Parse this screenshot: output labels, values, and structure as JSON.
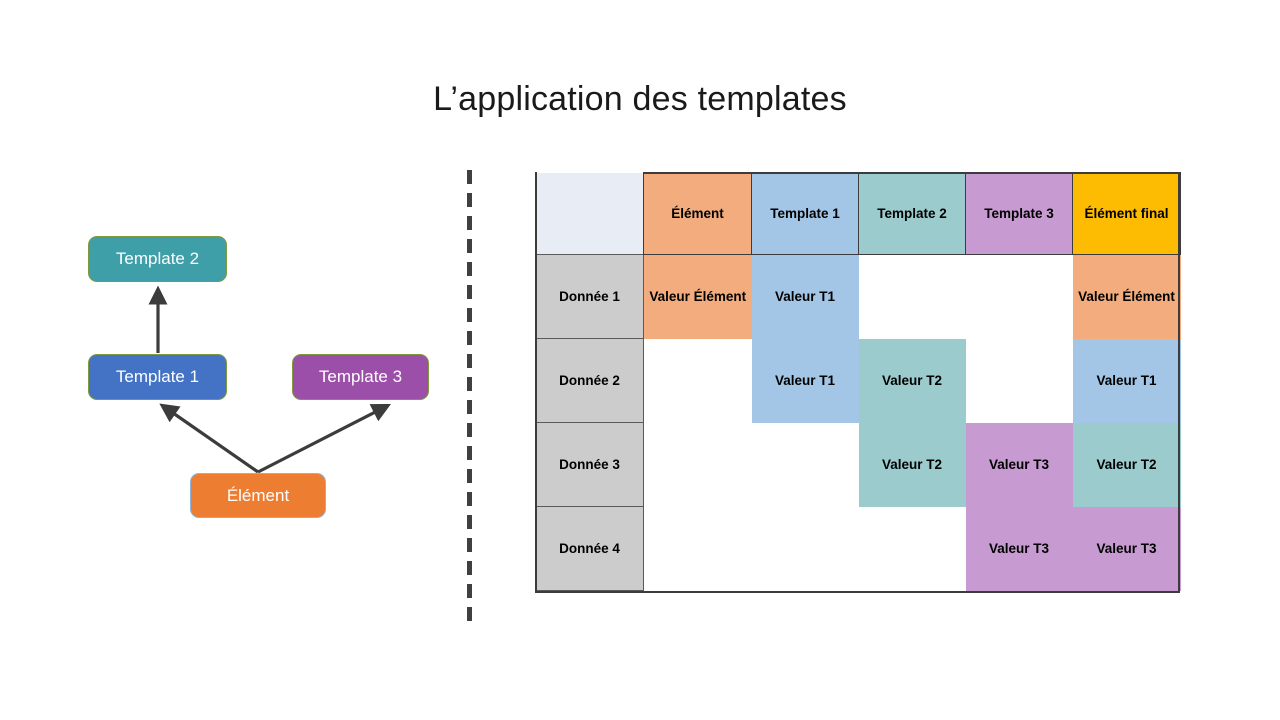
{
  "slide": {
    "title": "L’application des templates"
  },
  "diagram": {
    "nodes": [
      {
        "id": "template-2",
        "label": "Template 2",
        "color": "#3F9FA8"
      },
      {
        "id": "template-1",
        "label": "Template 1",
        "color": "#4472C4"
      },
      {
        "id": "template-3",
        "label": "Template 3",
        "color": "#9B4FA8"
      },
      {
        "id": "element",
        "label": "Élément",
        "color": "#ED7D31"
      }
    ],
    "arrows": [
      {
        "from": "element",
        "to": "template-1"
      },
      {
        "from": "element",
        "to": "template-3"
      },
      {
        "from": "template-1",
        "to": "template-2"
      }
    ],
    "arrow_color": "#3c3c3c"
  },
  "divider": {
    "style": "dashed-vertical",
    "color": "#404040"
  },
  "matrix": {
    "corner_label": "",
    "columns": [
      {
        "key": "label",
        "header": "",
        "color": "#E8EDF5"
      },
      {
        "key": "element",
        "header": "Élément",
        "color": "#F2AC7D"
      },
      {
        "key": "t1",
        "header": "Template 1",
        "color": "#A3C6E6"
      },
      {
        "key": "t2",
        "header": "Template 2",
        "color": "#9BCBCC"
      },
      {
        "key": "t3",
        "header": "Template 3",
        "color": "#C79BD1"
      },
      {
        "key": "final",
        "header": "Élément final",
        "color": "#FDBC02"
      }
    ],
    "rows": [
      {
        "label": "Donnée 1",
        "cells": [
          {
            "text": "Valeur Élément",
            "fill": "elem"
          },
          {
            "text": "Valeur T1",
            "fill": "t1"
          },
          {
            "text": "",
            "fill": "empty"
          },
          {
            "text": "",
            "fill": "empty"
          },
          {
            "text": "Valeur Élément",
            "fill": "elem"
          }
        ]
      },
      {
        "label": "Donnée 2",
        "cells": [
          {
            "text": "",
            "fill": "empty"
          },
          {
            "text": "Valeur T1",
            "fill": "t1"
          },
          {
            "text": "Valeur T2",
            "fill": "t2"
          },
          {
            "text": "",
            "fill": "empty"
          },
          {
            "text": "Valeur T1",
            "fill": "t1"
          }
        ]
      },
      {
        "label": "Donnée 3",
        "cells": [
          {
            "text": "",
            "fill": "empty"
          },
          {
            "text": "",
            "fill": "empty"
          },
          {
            "text": "Valeur T2",
            "fill": "t2"
          },
          {
            "text": "Valeur T3",
            "fill": "t3"
          },
          {
            "text": "Valeur T2",
            "fill": "t2"
          }
        ]
      },
      {
        "label": "Donnée 4",
        "cells": [
          {
            "text": "",
            "fill": "empty"
          },
          {
            "text": "",
            "fill": "empty"
          },
          {
            "text": "",
            "fill": "empty"
          },
          {
            "text": "Valeur T3",
            "fill": "t3"
          },
          {
            "text": "Valeur T3",
            "fill": "t3"
          }
        ]
      }
    ],
    "row_label_color": "#CCCCCC",
    "border_color": "#3c3c3c"
  }
}
